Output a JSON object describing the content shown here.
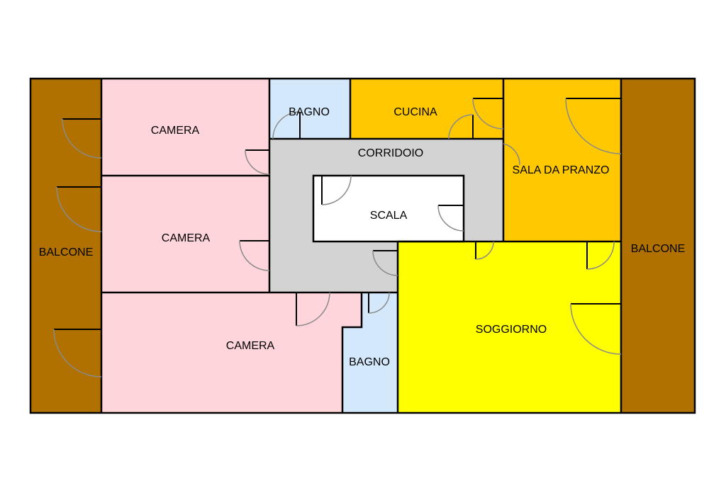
{
  "floorplan": {
    "colors": {
      "balcony": "#b07100",
      "bedroom": "#ffd5dc",
      "bathroom": "#d4e8fb",
      "kitchen": "#ffc800",
      "dining": "#ffc800",
      "corridor": "#d3d3d3",
      "stairs": "#ffffff",
      "living": "#ffff00",
      "wall": "#000000",
      "door_arc": "#8a8a8a"
    },
    "rooms": {
      "balcone_left": "BALCONE",
      "camera_top": "CAMERA",
      "bagno_top": "BAGNO",
      "cucina": "CUCINA",
      "sala_da_pranzo": "SALA DA PRANZO",
      "balcone_right": "BALCONE",
      "corridoio": "CORRIDOIO",
      "scala": "SCALA",
      "camera_middle": "CAMERA",
      "camera_bottom": "CAMERA",
      "bagno_bottom": "BAGNO",
      "soggiorno": "SOGGIORNO"
    }
  }
}
